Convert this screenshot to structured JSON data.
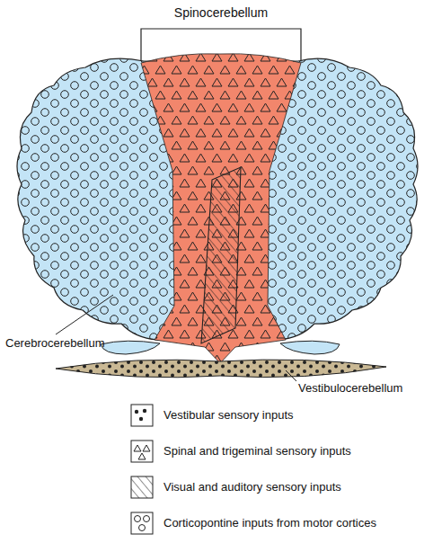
{
  "diagram": {
    "labels": [
      "Spinocerebellum",
      "Cerebrocerebellum",
      "Vestibulocerebellum"
    ],
    "legend": [
      {
        "text": "Vestibular sensory inputs"
      },
      {
        "text": "Spinal and trigeminal sensory inputs"
      },
      {
        "text": "Visual and auditory sensory inputs"
      },
      {
        "text": "Corticopontine inputs from motor cortices"
      }
    ]
  }
}
